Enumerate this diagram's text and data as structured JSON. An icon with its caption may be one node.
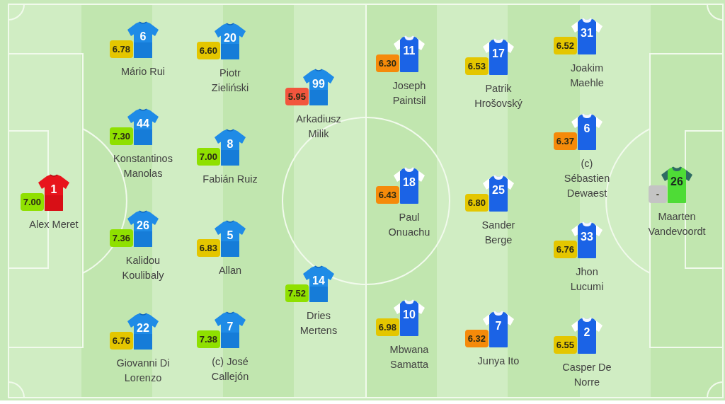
{
  "diagram": {
    "nodes": [
      {
        "text": [
          "1"
        ],
        "beside": [
          "Alex Meret"
        ]
      },
      {
        "text": [
          "7.00"
        ]
      },
      {
        "text": [
          "6"
        ],
        "beside": [
          "Mário Rui"
        ]
      },
      {
        "text": [
          "6.78"
        ]
      },
      {
        "text": [
          "44"
        ],
        "beside": [
          "Konstantinos Manolas"
        ]
      },
      {
        "text": [
          "7.30"
        ]
      },
      {
        "text": [
          "26"
        ],
        "beside": [
          "Kalidou Koulibaly"
        ]
      },
      {
        "text": [
          "7.36"
        ]
      },
      {
        "text": [
          "22"
        ],
        "beside": [
          "Giovanni Di Lorenzo"
        ]
      },
      {
        "text": [
          "6.76"
        ]
      },
      {
        "text": [
          "20"
        ],
        "beside": [
          "Piotr Zieliński"
        ]
      },
      {
        "text": [
          "6.60"
        ]
      },
      {
        "text": [
          "8"
        ],
        "beside": [
          "Fabián Ruiz"
        ]
      },
      {
        "text": [
          "7.00"
        ]
      },
      {
        "text": [
          "5"
        ],
        "beside": [
          "Allan"
        ]
      },
      {
        "text": [
          "6.83"
        ]
      },
      {
        "text": [
          "7"
        ],
        "beside": [
          "(c) José Callejón"
        ]
      },
      {
        "text": [
          "7.38"
        ]
      },
      {
        "text": [
          "99"
        ],
        "beside": [
          "Arkadiusz Milik"
        ]
      },
      {
        "text": [
          "5.95"
        ]
      },
      {
        "text": [
          "14"
        ],
        "beside": [
          "Dries Mertens"
        ]
      },
      {
        "text": [
          "7.52"
        ]
      },
      {
        "text": [
          "11"
        ],
        "beside": [
          "Joseph Paintsil"
        ]
      },
      {
        "text": [
          "6.30"
        ]
      },
      {
        "text": [
          "18"
        ],
        "beside": [
          "Paul Onuachu"
        ]
      },
      {
        "text": [
          "6.43"
        ]
      },
      {
        "text": [
          "10"
        ],
        "beside": [
          "Mbwana Samatta"
        ]
      },
      {
        "text": [
          "6.98"
        ]
      },
      {
        "text": [
          "17"
        ],
        "beside": [
          "Patrik Hrošovský"
        ]
      },
      {
        "text": [
          "6.53"
        ]
      },
      {
        "text": [
          "25"
        ],
        "beside": [
          "Sander Berge"
        ]
      },
      {
        "text": [
          "6.80"
        ]
      },
      {
        "text": [
          "7"
        ],
        "beside": [
          "Junya Ito"
        ]
      },
      {
        "text": [
          "6.32"
        ]
      },
      {
        "text": [
          "31"
        ],
        "beside": [
          "Joakim Maehle"
        ]
      },
      {
        "text": [
          "6.52"
        ]
      },
      {
        "text": [
          "6"
        ],
        "beside": [
          "(c) Sébastien Dewaest"
        ]
      },
      {
        "text": [
          "6.37"
        ]
      },
      {
        "text": [
          "33"
        ],
        "beside": [
          "Jhon Lucumi"
        ]
      },
      {
        "text": [
          "6.76"
        ]
      },
      {
        "text": [
          "2"
        ],
        "beside": [
          "Casper De Norre"
        ]
      },
      {
        "text": [
          "6.55"
        ]
      },
      {
        "text": [
          "26"
        ],
        "beside": [
          "Maarten Vandevoordt"
        ]
      },
      {
        "text": [
          "-"
        ]
      }
    ]
  }
}
